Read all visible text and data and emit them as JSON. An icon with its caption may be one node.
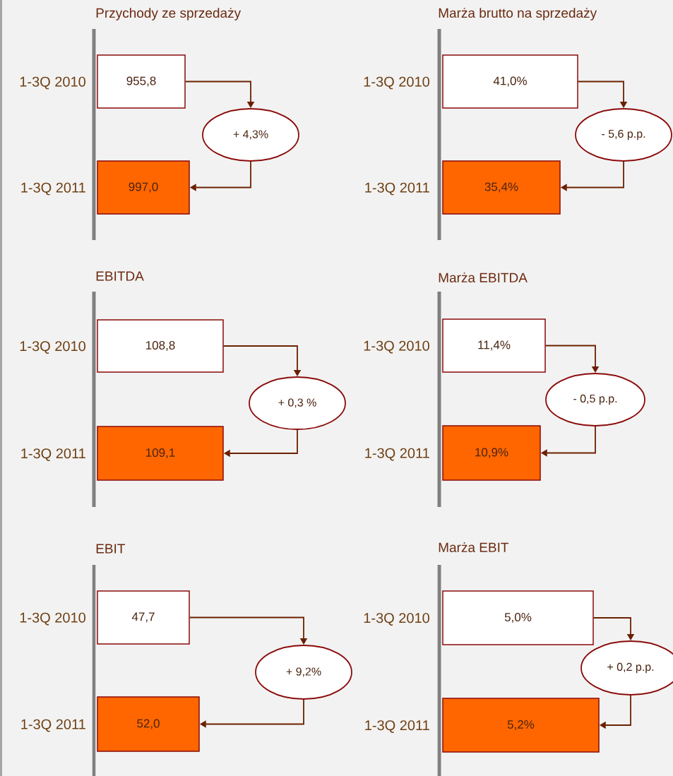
{
  "diagram": {
    "nodes": [
      {
        "text": [
          "955,8"
        ],
        "beside": [
          "1-3Q 2010"
        ]
      },
      {
        "text": [
          "+ 4,3%"
        ]
      },
      {
        "text": [
          "997,0"
        ],
        "beside": [
          "1-3Q 2011"
        ]
      },
      {
        "text": [
          "41,0%"
        ],
        "beside": [
          "1-3Q 2010"
        ]
      },
      {
        "text": [
          "- 5,6 p.p."
        ]
      },
      {
        "text": [
          "35,4%"
        ],
        "beside": [
          "1-3Q 2011"
        ]
      },
      {
        "text": [
          "108,8"
        ],
        "beside": [
          "1-3Q 2010"
        ]
      },
      {
        "text": [
          "+ 0,3 %"
        ]
      },
      {
        "text": [
          "109,1"
        ],
        "beside": [
          "1-3Q 2011"
        ]
      },
      {
        "text": [
          "11,4%"
        ],
        "beside": [
          "1-3Q 2010"
        ]
      },
      {
        "text": [
          "- 0,5 p.p."
        ]
      },
      {
        "text": [
          "10,9%"
        ],
        "beside": [
          "1-3Q 2011"
        ]
      },
      {
        "text": [
          "47,7"
        ],
        "beside": [
          "1-3Q 2010"
        ]
      },
      {
        "text": [
          "+ 9,2%"
        ]
      },
      {
        "text": [
          "52,0"
        ],
        "beside": [
          "1-3Q 2011"
        ]
      },
      {
        "text": [
          "5,0%"
        ],
        "beside": [
          "1-3Q 2010"
        ]
      },
      {
        "text": [
          "+ 0,2 p.p."
        ]
      },
      {
        "text": [
          "5,2%"
        ],
        "beside": [
          "1-3Q 2011"
        ]
      }
    ],
    "edges": [
      {
        "from": 0,
        "to": 1,
        "arrow": "to"
      },
      {
        "from": 1,
        "to": 2,
        "arrow": "to"
      },
      {
        "from": 3,
        "to": 4,
        "arrow": "to"
      },
      {
        "from": 4,
        "to": 5,
        "arrow": "to"
      },
      {
        "from": 6,
        "to": 7,
        "arrow": "to"
      },
      {
        "from": 7,
        "to": 8,
        "arrow": "to"
      },
      {
        "from": 9,
        "to": 10,
        "arrow": "to"
      },
      {
        "from": 10,
        "to": 11,
        "arrow": "to"
      },
      {
        "from": 12,
        "to": 13,
        "arrow": "to"
      },
      {
        "from": 13,
        "to": 14,
        "arrow": "to"
      },
      {
        "from": 15,
        "to": 16,
        "arrow": "to"
      },
      {
        "from": 16,
        "to": 17,
        "arrow": "to"
      }
    ],
    "labels": [
      "Przychody ze sprzedaży",
      "Marża brutto na sprzedaży",
      "EBITDA",
      "Marża  EBITDA",
      "EBIT",
      "Marża  EBIT"
    ]
  }
}
